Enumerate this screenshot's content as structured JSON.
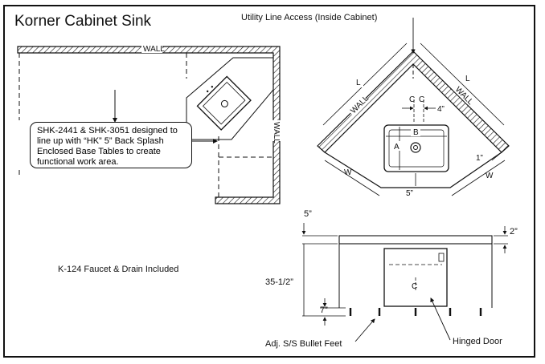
{
  "title": "Korner Cabinet Sink",
  "utility_label": "Utility Line Access (Inside Cabinet)",
  "plan": {
    "wall_top": "WALL",
    "wall_side": "WALL",
    "note": "SHK-2441 & SHK-3051 designed to line up with “HK” 5” Back Splash Enclosed Base Tables to create functional work area."
  },
  "faucet_note": "K-124 Faucet & Drain Included",
  "top_view": {
    "wall_left": "WALL",
    "wall_right": "WALL",
    "dim_L_left": "L",
    "dim_L_right": "L",
    "dim_W_left": "W",
    "dim_W_right": "W",
    "dim_4": "4”",
    "dim_B": "B",
    "dim_A": "A",
    "dim_1": "1”",
    "dim_5": "5”",
    "centerline_1": "C",
    "centerline_2": "C"
  },
  "elevation": {
    "dim_5": "5”",
    "dim_2": "2”",
    "dim_35": "35-1/2”",
    "dim_7": "7”",
    "feet_label": "Adj. S/S Bullet Feet",
    "door_label": "Hinged Door"
  }
}
